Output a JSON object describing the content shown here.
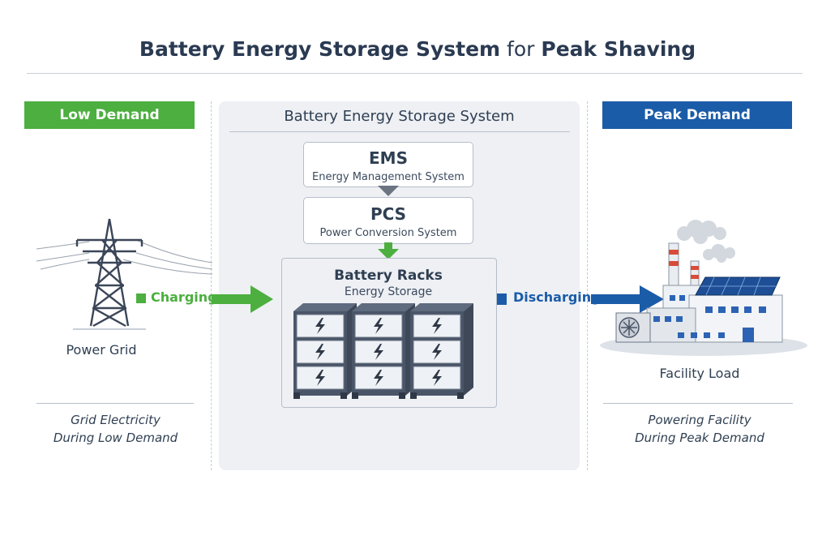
{
  "title": {
    "part1": "Battery Energy Storage System",
    "part2": " for ",
    "part3": "Peak Shaving"
  },
  "left": {
    "badge": "Low Demand",
    "badge_color": "#4caf3f",
    "source_label": "Power Grid",
    "note_line1": "Grid Electricity",
    "note_line2": "During Low Demand"
  },
  "center": {
    "title": "Battery Energy Storage System",
    "ems": {
      "title": "EMS",
      "subtitle": "Energy Management System"
    },
    "pcs": {
      "title": "PCS",
      "subtitle": "Power Conversion System"
    },
    "racks": {
      "title": "Battery Racks",
      "subtitle": "Energy Storage"
    }
  },
  "right": {
    "badge": "Peak Demand",
    "badge_color": "#1b5ca8",
    "load_label": "Facility Load",
    "note_line1": "Powering Facility",
    "note_line2": "During Peak Demand"
  },
  "flows": {
    "charging": "Charging",
    "charging_color": "#4caf3f",
    "discharging": "Discharging",
    "discharging_color": "#1b5ca8"
  },
  "icons": {
    "grid": "transmission-tower-icon",
    "battery": "battery-rack-icon",
    "bolt": "lightning-bolt-icon",
    "facility": "factory-with-solar-panels-icon"
  }
}
